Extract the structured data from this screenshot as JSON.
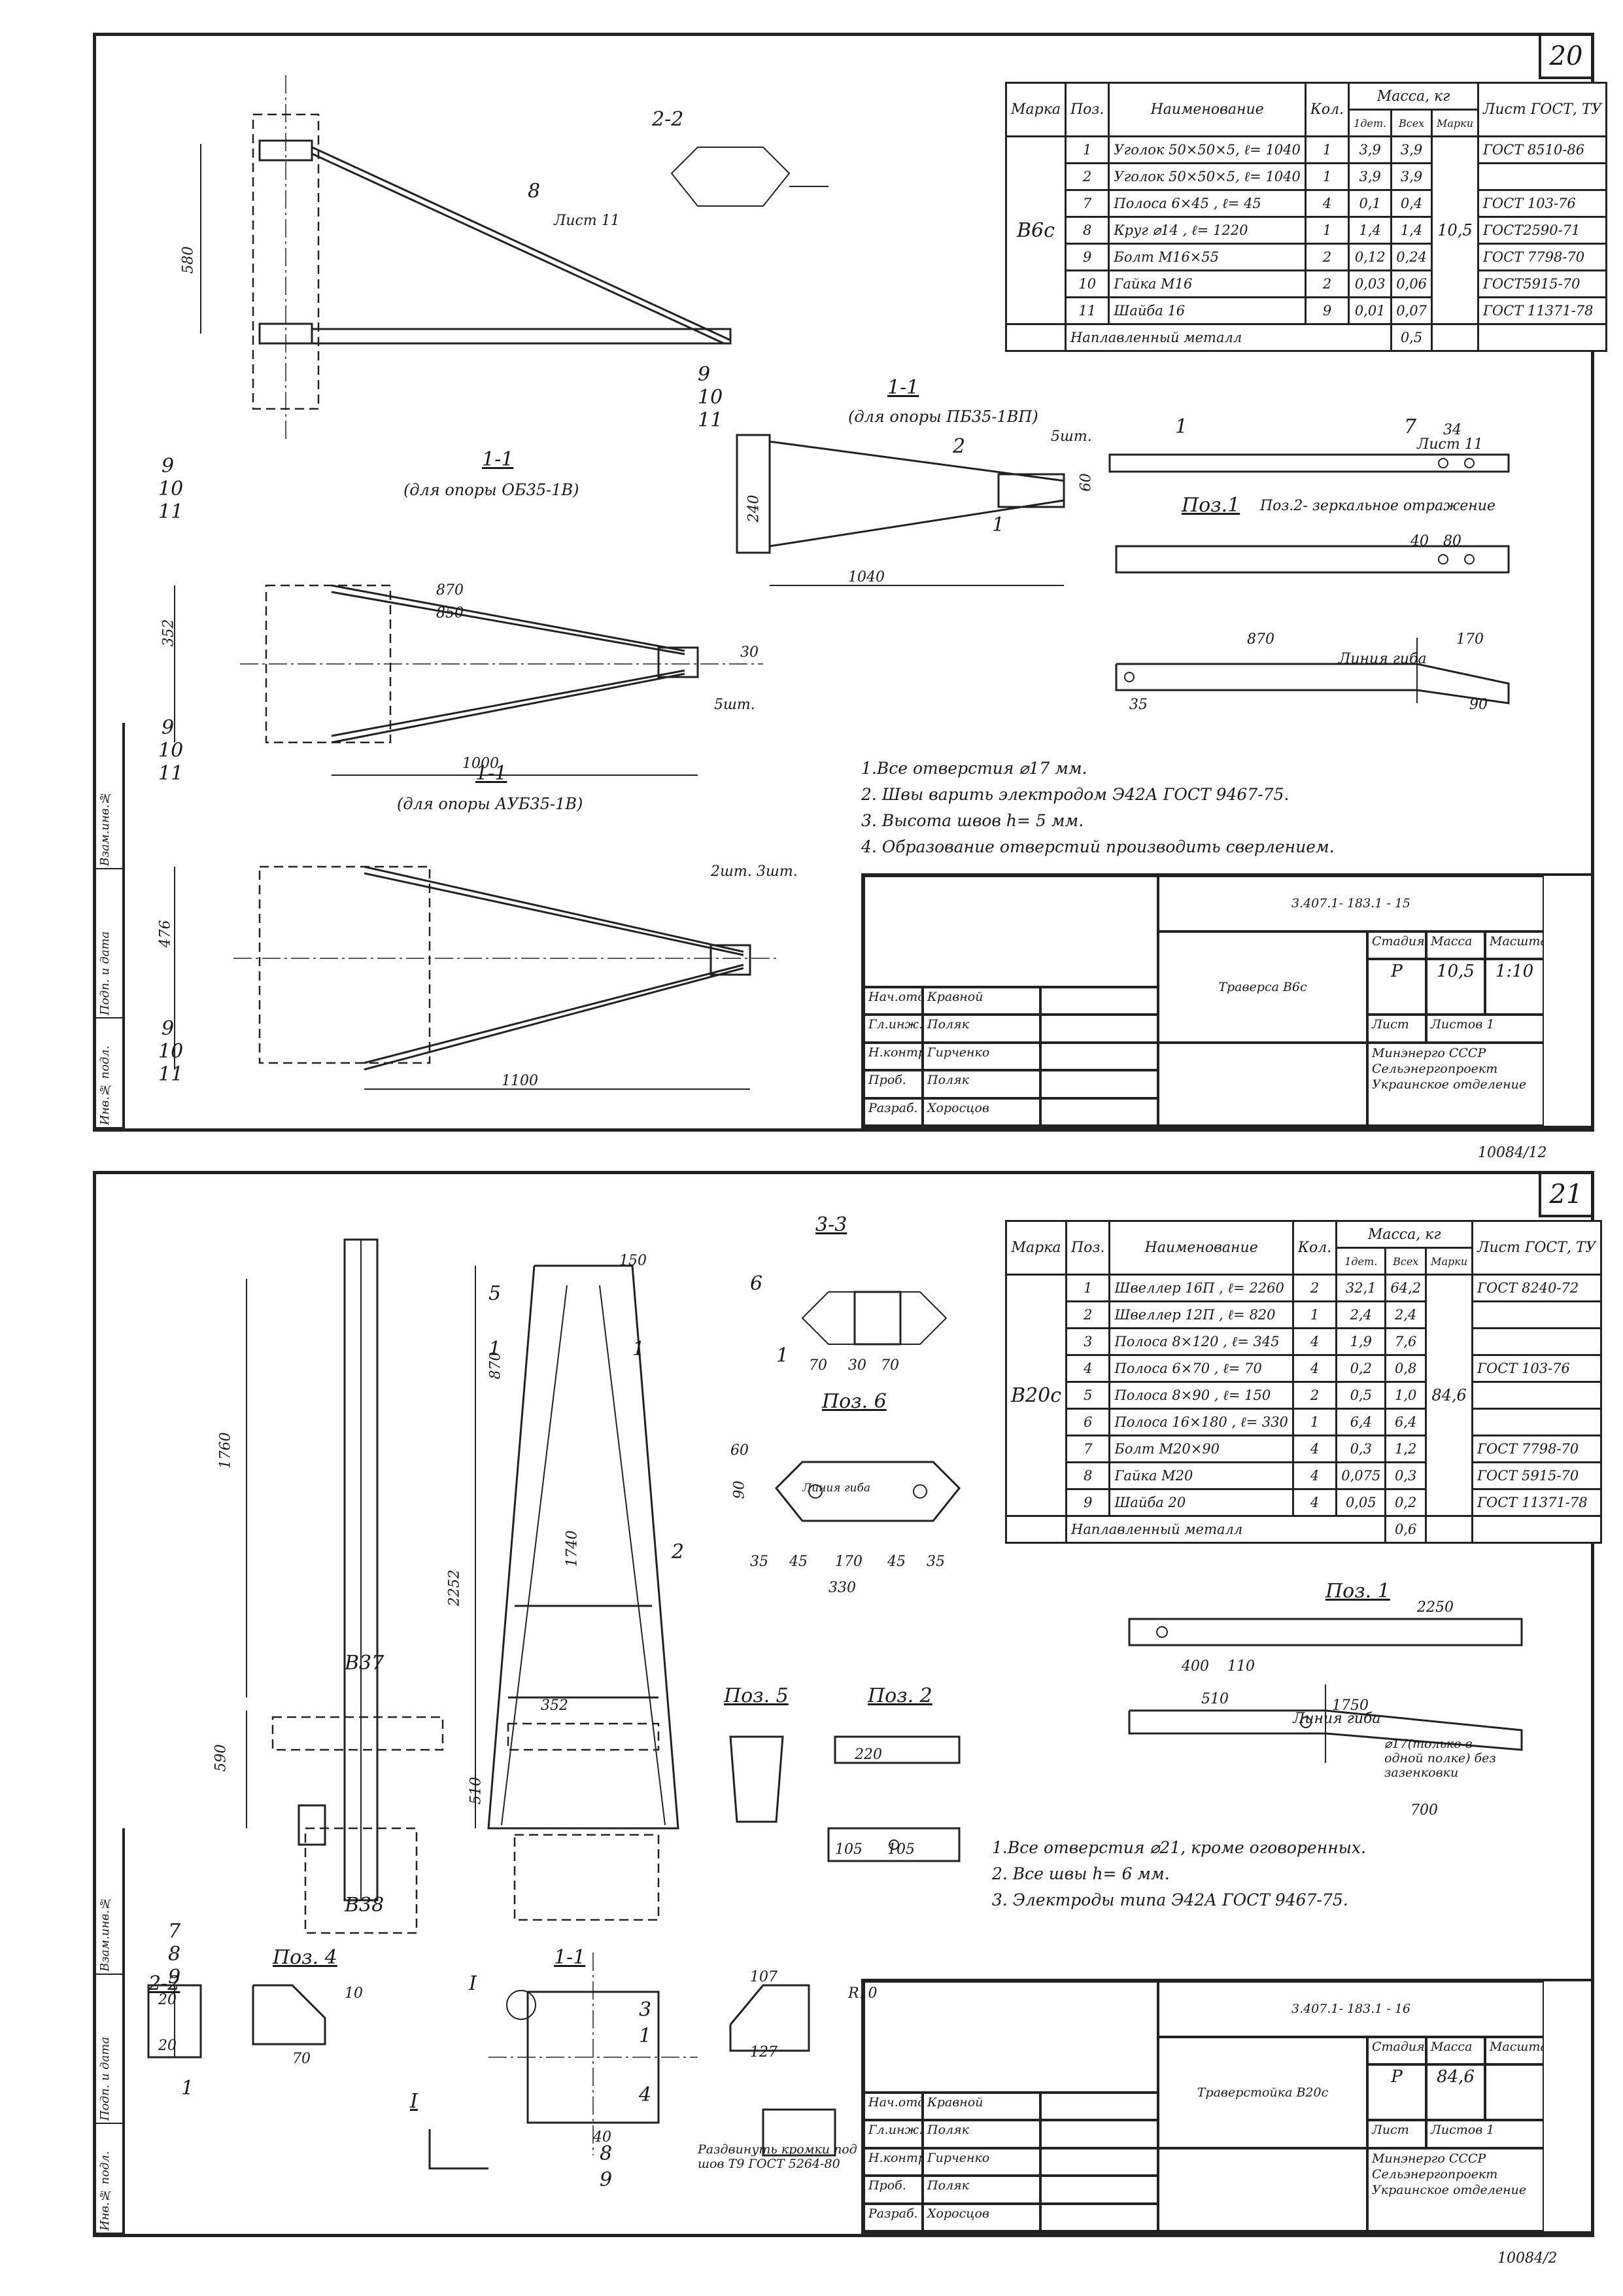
{
  "sheet1": {
    "sheet_number": "20",
    "bottom_code": "10084/12",
    "section_labels": {
      "s22": "2-2",
      "s11_pb": "1-1",
      "s11_pb_note": "(для опоры ПБ35-1ВП)",
      "s11_ob": "1-1",
      "s11_ob_note": "(для опоры ОБ35-1В)",
      "s11_ayb": "1-1",
      "s11_ayb_note": "(для опоры АУБ35-1В)",
      "pos1": "Поз.1",
      "pos2_note": "Поз.2- зеркальное отражение",
      "bend_line": "Линия гиба",
      "sheet_ref": "Лист 11"
    },
    "dims": {
      "d580": "580",
      "d1040": "1040",
      "d352": "352",
      "d1000": "1000",
      "d870": "870",
      "d850": "850",
      "d30": "30",
      "d476": "476",
      "d1100": "1100",
      "d240": "240",
      "d60": "60",
      "d34": "34",
      "d40": "40",
      "d80": "80",
      "d170": "170",
      "d35": "35",
      "d90": "90",
      "d5sht": "5шт.",
      "d2sht": "2шт.",
      "d3sht": "3шт."
    },
    "callouts": {
      "c1": "1",
      "c2": "2",
      "c7": "7",
      "c8": "8",
      "c9": "9",
      "c10": "10",
      "c11": "11"
    },
    "spec": {
      "headers": [
        "Марка",
        "Поз.",
        "Наименование",
        "Кол.",
        "Масса, кг",
        "Лист ГОСТ, ТУ"
      ],
      "subheaders": [
        "1дет.",
        "Всех",
        "Марки"
      ],
      "mark": "В6с",
      "total_mass": "10,5",
      "rows": [
        {
          "pos": "1",
          "name": "Уголок 50×50×5, ℓ= 1040",
          "qty": "1",
          "m1": "3,9",
          "mall": "3,9",
          "gost": "ГОСТ 8510-86"
        },
        {
          "pos": "2",
          "name": "Уголок 50×50×5, ℓ= 1040",
          "qty": "1",
          "m1": "3,9",
          "mall": "3,9",
          "gost": ""
        },
        {
          "pos": "7",
          "name": "Полоса 6×45 , ℓ= 45",
          "qty": "4",
          "m1": "0,1",
          "mall": "0,4",
          "gost": "ГОСТ 103-76"
        },
        {
          "pos": "8",
          "name": "Круг ⌀14 , ℓ= 1220",
          "qty": "1",
          "m1": "1,4",
          "mall": "1,4",
          "gost": "ГОСТ2590-71"
        },
        {
          "pos": "9",
          "name": "Болт М16×55",
          "qty": "2",
          "m1": "0,12",
          "mall": "0,24",
          "gost": "ГОСТ 7798-70"
        },
        {
          "pos": "10",
          "name": "Гайка М16",
          "qty": "2",
          "m1": "0,03",
          "mall": "0,06",
          "gost": "ГОСТ5915-70"
        },
        {
          "pos": "11",
          "name": "Шайба 16",
          "qty": "9",
          "m1": "0,01",
          "mall": "0,07",
          "gost": "ГОСТ 11371-78"
        }
      ],
      "weld_label": "Наплавленный металл",
      "weld_mass": "0,5"
    },
    "notes": [
      "1.Все отверстия ⌀17 мм.",
      "2. Швы варить электродом Э42А ГОСТ 9467-75.",
      "3. Высота швов h= 5 мм.",
      "4. Образование отверстий производить сверлением."
    ],
    "stamp": {
      "doc_code": "3.407.1- 183.1 - 15",
      "title": "Траверса В6с",
      "stage_label": "Стадия",
      "mass_label": "Масса",
      "scale_label": "Масштаб",
      "stage": "Р",
      "mass": "10,5",
      "scale": "1:10",
      "sheet_label": "Лист",
      "sheets_label": "Листов 1",
      "org": [
        "Минэнерго СССР",
        "Сельэнергопроект",
        "Украинское отделение"
      ],
      "roles": [
        "Нач.отд.",
        "Гл.инж.пр.",
        "Н.контр.",
        "Проб.",
        "Разраб."
      ],
      "names": [
        "Кравной",
        "Поляк",
        "Гирченко",
        "Поляк",
        "Хоросцов"
      ]
    },
    "side_strip": [
      "Инв.№ подл.",
      "Подп. и дата",
      "Взам.инв.№"
    ]
  },
  "sheet2": {
    "sheet_number": "21",
    "bottom_code": "10084/2",
    "section_labels": {
      "s33": "3-3",
      "pos6": "Поз. 6",
      "pos5": "Поз. 5",
      "pos2": "Поз. 2",
      "pos1": "Поз. 1",
      "pos4": "Поз. 4",
      "s22": "2-2",
      "s11": "1-1",
      "detail_I": "I",
      "bend_line": "Линия гиба",
      "hole_note": "⌀17(только в одной полке) без зазенковки",
      "cut_note": "Раздвинуть кромки под шов Т9 ГОСТ 5264-80",
      "b37": "В37",
      "b38": "В38"
    },
    "dims": {
      "d1760": "1760",
      "d2252": "2252",
      "d870": "870",
      "d1740": "1740",
      "d150": "150",
      "d510": "510",
      "d590": "590",
      "d70": "70",
      "d30": "30",
      "d35": "35",
      "d45": "45",
      "d170": "170",
      "d330": "330",
      "d90": "90",
      "d60": "60",
      "d220": "220",
      "d105": "105",
      "d2250": "2250",
      "d400": "400",
      "d110": "110",
      "d1750": "1750",
      "d700": "700",
      "d352": "352",
      "d20": "20",
      "d40": "40",
      "d107": "107",
      "d127": "127",
      "d10": "10",
      "dR10": "R10"
    },
    "callouts": {
      "c1": "1",
      "c2": "2",
      "c3": "3",
      "c4": "4",
      "c5": "5",
      "c6": "6",
      "c7": "7",
      "c8": "8",
      "c9": "9"
    },
    "spec": {
      "headers": [
        "Марка",
        "Поз.",
        "Наименование",
        "Кол.",
        "Масса, кг",
        "Лист ГОСТ, ТУ"
      ],
      "subheaders": [
        "1дет.",
        "Всех",
        "Марки"
      ],
      "mark": "В20с",
      "total_mass": "84,6",
      "rows": [
        {
          "pos": "1",
          "name": "Швеллер 16П , ℓ= 2260",
          "qty": "2",
          "m1": "32,1",
          "mall": "64,2",
          "gost": "ГОСТ 8240-72"
        },
        {
          "pos": "2",
          "name": "Швеллер 12П , ℓ= 820",
          "qty": "1",
          "m1": "2,4",
          "mall": "2,4",
          "gost": ""
        },
        {
          "pos": "3",
          "name": "Полоса 8×120 , ℓ= 345",
          "qty": "4",
          "m1": "1,9",
          "mall": "7,6",
          "gost": ""
        },
        {
          "pos": "4",
          "name": "Полоса 6×70 , ℓ= 70",
          "qty": "4",
          "m1": "0,2",
          "mall": "0,8",
          "gost": "ГОСТ 103-76"
        },
        {
          "pos": "5",
          "name": "Полоса 8×90 , ℓ= 150",
          "qty": "2",
          "m1": "0,5",
          "mall": "1,0",
          "gost": ""
        },
        {
          "pos": "6",
          "name": "Полоса 16×180 , ℓ= 330",
          "qty": "1",
          "m1": "6,4",
          "mall": "6,4",
          "gost": ""
        },
        {
          "pos": "7",
          "name": "Болт М20×90",
          "qty": "4",
          "m1": "0,3",
          "mall": "1,2",
          "gost": "ГОСТ 7798-70"
        },
        {
          "pos": "8",
          "name": "Гайка М20",
          "qty": "4",
          "m1": "0,075",
          "mall": "0,3",
          "gost": "ГОСТ 5915-70"
        },
        {
          "pos": "9",
          "name": "Шайба 20",
          "qty": "4",
          "m1": "0,05",
          "mall": "0,2",
          "gost": "ГОСТ 11371-78"
        }
      ],
      "weld_label": "Наплавленный металл",
      "weld_mass": "0,6"
    },
    "notes": [
      "1.Все отверстия ⌀21, кроме оговоренных.",
      "2. Все швы h= 6 мм.",
      "3. Электроды типа Э42А ГОСТ 9467-75."
    ],
    "stamp": {
      "doc_code": "3.407.1- 183.1 - 16",
      "title": "Траверстойка В20с",
      "stage_label": "Стадия",
      "mass_label": "Масса",
      "scale_label": "Масштаб",
      "stage": "Р",
      "mass": "84,6",
      "scale": "",
      "sheet_label": "Лист",
      "sheets_label": "Листов 1",
      "org": [
        "Минэнерго СССР",
        "Сельэнергопроект",
        "Украинское отделение"
      ],
      "roles": [
        "Нач.отд.",
        "Гл.инж.пр.",
        "Н.контр.",
        "Проб.",
        "Разраб."
      ],
      "names": [
        "Кравной",
        "Поляк",
        "Гирченко",
        "Поляк",
        "Хоросцов"
      ]
    },
    "side_strip": [
      "Инв.№ подл.",
      "Подп. и дата",
      "Взам.инв.№"
    ]
  }
}
